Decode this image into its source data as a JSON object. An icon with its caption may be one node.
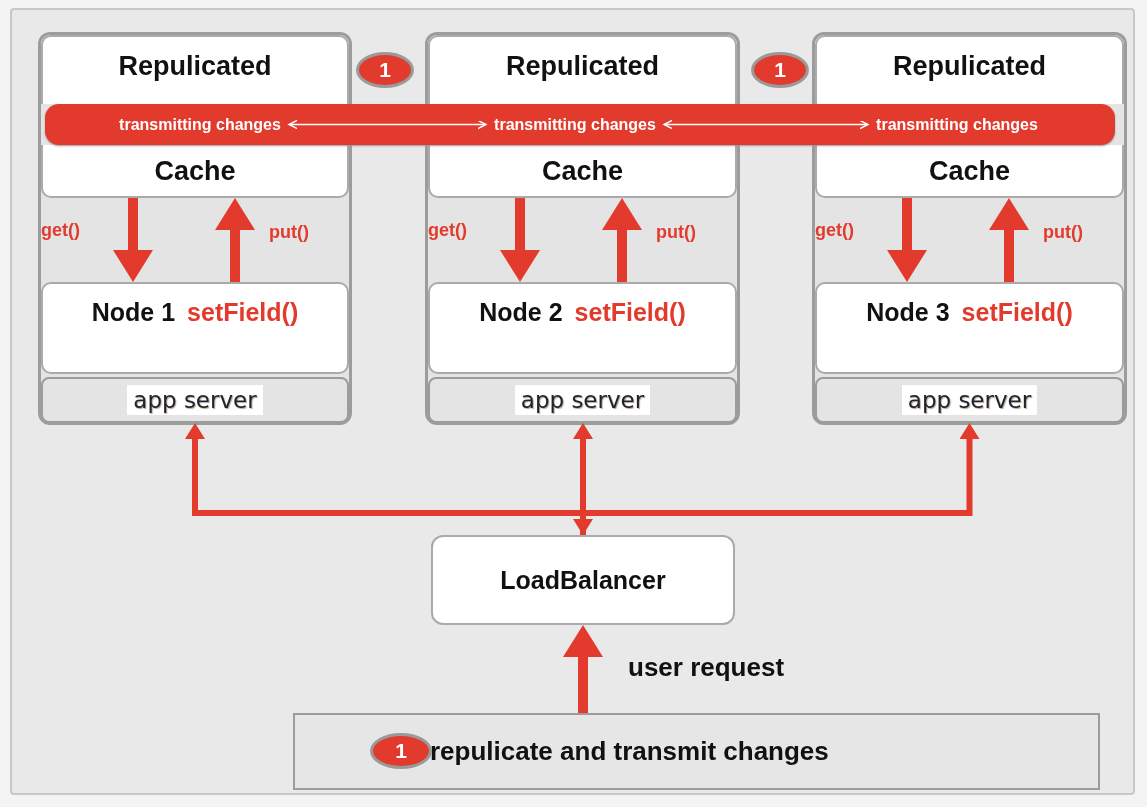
{
  "diagram": {
    "nodes": [
      {
        "text": [
          "Repulicated"
        ]
      },
      {
        "text": [
          "Cache"
        ]
      },
      {
        "text": [
          "Node 1",
          "setField()"
        ]
      },
      {
        "text": [
          "app server"
        ]
      },
      {
        "text": [
          "1"
        ]
      },
      {
        "text": [
          "Repulicated"
        ]
      },
      {
        "text": [
          "Cache"
        ]
      },
      {
        "text": [
          "Node 2",
          "setField()"
        ]
      },
      {
        "text": [
          "app server"
        ]
      },
      {
        "text": [
          "1"
        ]
      },
      {
        "text": [
          "Repulicated"
        ]
      },
      {
        "text": [
          "Cache"
        ]
      },
      {
        "text": [
          "Node 3",
          "setField()"
        ]
      },
      {
        "text": [
          "app server"
        ]
      },
      {
        "text": [],
        "shape": "bar"
      },
      {
        "text": [
          "transmitting changes"
        ],
        "in": 14
      },
      {
        "text": [
          "transmitting changes"
        ],
        "in": 14
      },
      {
        "text": [
          "transmitting changes"
        ],
        "in": 14
      },
      {
        "text": [
          "LoadBalancer"
        ]
      },
      {
        "text": [
          "repulicate and transmit changes"
        ]
      },
      {
        "text": [
          "1"
        ],
        "in": 19
      }
    ],
    "edges": [
      {
        "from": 1,
        "to": 2,
        "arrow": "to",
        "label": "get()"
      },
      {
        "from": 2,
        "to": 1,
        "arrow": "to",
        "label": "put()"
      },
      {
        "from": 6,
        "to": 7,
        "arrow": "to",
        "label": "get()"
      },
      {
        "from": 7,
        "to": 6,
        "arrow": "to",
        "label": "put()"
      },
      {
        "from": 11,
        "to": 12,
        "arrow": "to",
        "label": "get()"
      },
      {
        "from": 12,
        "to": 11,
        "arrow": "to",
        "label": "put()"
      },
      {
        "from": 15,
        "to": 16,
        "arrow": "both",
        "color": "#ffffff"
      },
      {
        "from": 16,
        "to": 17,
        "arrow": "both",
        "color": "#ffffff"
      },
      {
        "from": 18,
        "to": 3,
        "arrow": "to"
      },
      {
        "from": 18,
        "to": 8,
        "arrow": "both"
      },
      {
        "from": 18,
        "to": 13,
        "arrow": "to"
      },
      {
        "from": 19,
        "to": 18,
        "arrow": "to",
        "label": "user request"
      }
    ]
  }
}
